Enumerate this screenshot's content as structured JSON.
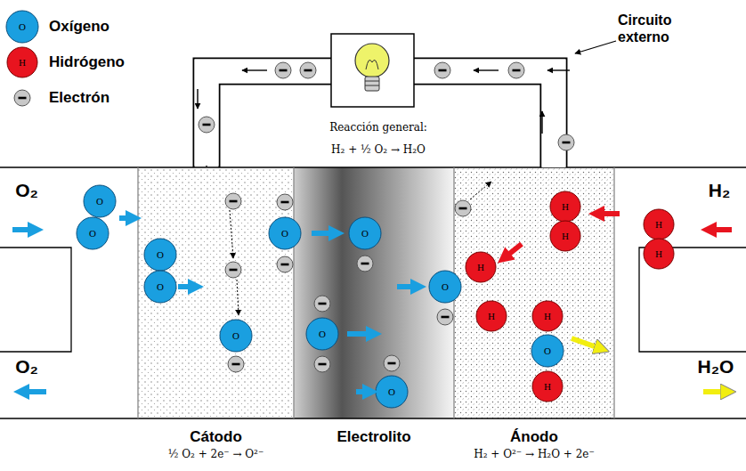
{
  "diagram": {
    "nodes": [
      {
        "text": [
          "Cátodo",
          "½ O₂ + 2e⁻ → O²⁻"
        ]
      },
      {
        "text": [
          "Electrolito"
        ]
      },
      {
        "text": [
          "Ánodo",
          "H₂ + O²⁻ → H₂O + 2e⁻"
        ]
      }
    ],
    "edges": [
      {
        "from": 2,
        "to": 0,
        "arrow": "to"
      }
    ],
    "labels": [
      "Circuito externo",
      "Reacción general:",
      "H₂ + ½ O₂ → H₂O",
      "O₂",
      "O₂",
      "H₂",
      "H₂O",
      "O",
      "O",
      "O",
      "O",
      "O",
      "O",
      "O",
      "O",
      "O",
      "O",
      "O",
      "O",
      "H",
      "H",
      "H",
      "H",
      "H",
      "H",
      "H",
      "H",
      "H"
    ],
    "legend": [
      {
        "text": "Oxígeno",
        "color": "#1a9fe0"
      },
      {
        "text": "Hidrógeno",
        "color": "#e8141f"
      },
      {
        "text": "Electrón",
        "color": "#c8c8c8"
      }
    ]
  }
}
